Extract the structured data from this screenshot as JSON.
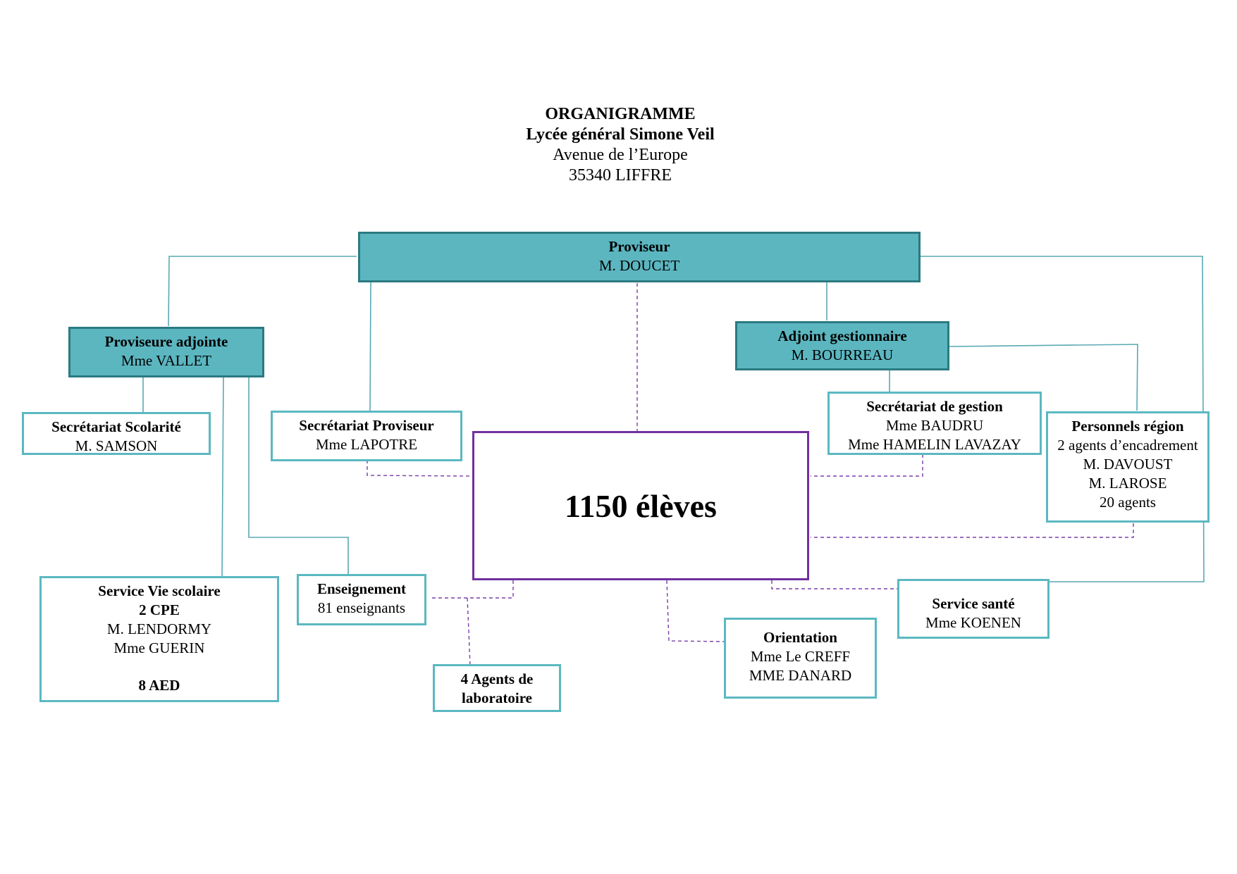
{
  "header": {
    "title": "ORGANIGRAMME",
    "school": "Lycée général Simone Veil",
    "street": "Avenue de l’Europe",
    "city": "35340 LIFFRE"
  },
  "nodes": {
    "proviseur": {
      "title": "Proviseur",
      "name": "M. DOUCET"
    },
    "adjointe": {
      "title": "Proviseure adjointe",
      "name": "Mme VALLET"
    },
    "gestionnaire": {
      "title": "Adjoint gestionnaire",
      "name": "M. BOURREAU"
    },
    "sec_scolarite": {
      "title": "Secrétariat Scolarité",
      "name": "M. SAMSON"
    },
    "sec_proviseur": {
      "title": "Secrétariat Proviseur",
      "name": "Mme LAPOTRE"
    },
    "sec_gestion": {
      "title": "Secrétariat de gestion",
      "names": [
        "Mme BAUDRU",
        "Mme HAMELIN LAVAZAY"
      ]
    },
    "region": {
      "title": "Personnels région",
      "lines": [
        "2 agents d’encadrement",
        "M. DAVOUST",
        "M. LAROSE",
        "20 agents"
      ]
    },
    "eleves": {
      "label": "1150 élèves"
    },
    "vie_scolaire": {
      "title": "Service Vie scolaire",
      "subtitle": "2 CPE",
      "names": [
        "M. LENDORMY",
        "Mme GUERIN"
      ],
      "footer": "8 AED"
    },
    "enseignement": {
      "title": "Enseignement",
      "detail": "81 enseignants"
    },
    "laboratoire": {
      "title_line1": "4 Agents de",
      "title_line2": "laboratoire"
    },
    "orientation": {
      "title": "Orientation",
      "names": [
        "Mme Le CREFF",
        "MME DANARD"
      ]
    },
    "sante": {
      "title": "Service santé",
      "name": "Mme KOENEN"
    }
  },
  "colors": {
    "teal_fill": "#5bb6c0",
    "teal_border": "#2b7a80",
    "light_border": "#5bb8c1",
    "solid_line": "#5aa9b3",
    "dashed_line": "#7a3fa8",
    "students_border": "#7030a0"
  }
}
